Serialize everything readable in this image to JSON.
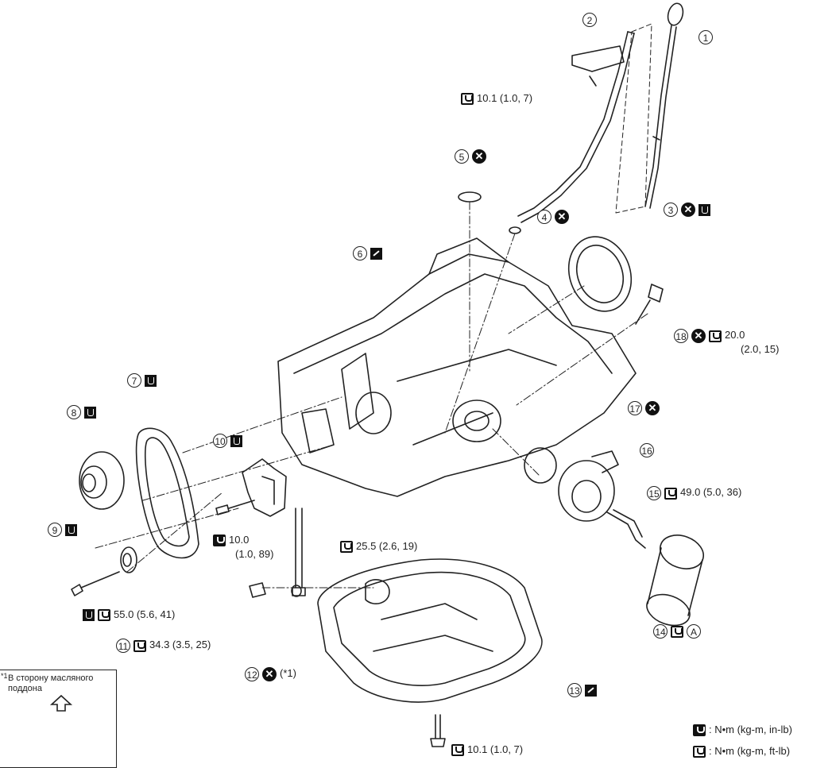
{
  "parts": {
    "p1": {
      "num": "1"
    },
    "p2": {
      "num": "2"
    },
    "p3": {
      "num": "3"
    },
    "p4": {
      "num": "4"
    },
    "p5": {
      "num": "5"
    },
    "p6": {
      "num": "6"
    },
    "p7": {
      "num": "7"
    },
    "p8": {
      "num": "8"
    },
    "p9": {
      "num": "9"
    },
    "p10": {
      "num": "10"
    },
    "p11": {
      "num": "11",
      "torque": "34.3 (3.5, 25)"
    },
    "p12": {
      "num": "12",
      "note": "(*1)"
    },
    "p13": {
      "num": "13"
    },
    "p14": {
      "num": "14",
      "torque": "A"
    },
    "p15": {
      "num": "15",
      "torque": "49.0 (5.0, 36)"
    },
    "p16": {
      "num": "16"
    },
    "p17": {
      "num": "17"
    },
    "p18": {
      "num": "18",
      "torque_line1": "20.0",
      "torque_line2": "(2.0, 15)"
    }
  },
  "torques": {
    "dipstick_bolt": "10.1 (1.0, 7)",
    "tensioner_bolt_line1": "10.0",
    "tensioner_bolt_line2": "(1.0, 89)",
    "long_bolt": "25.5 (2.6, 19)",
    "sprocket_bolt": "55.0 (5.6, 41)",
    "pan_bolt": "10.1 (1.0, 7)"
  },
  "note_box": {
    "ref": "*1",
    "text": "В сторону масляного поддона"
  },
  "legend": {
    "item1": ": N•m (kg-m, in-lb)",
    "item2": ": N•m (kg-m, ft-lb)"
  },
  "colors": {
    "line": "#222222",
    "fill": "#111111"
  }
}
